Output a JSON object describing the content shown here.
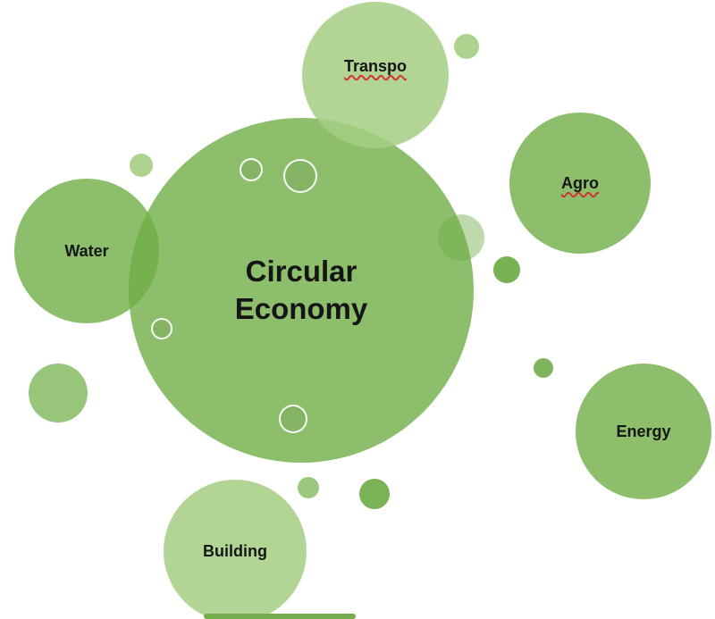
{
  "diagram": {
    "type": "bubble-map",
    "center": {
      "label": "Circular Economy",
      "lines": [
        "Circular",
        "Economy"
      ]
    },
    "satellites": [
      {
        "id": "transpo",
        "label": "Transpo",
        "spellcheck_underline": true
      },
      {
        "id": "agro",
        "label": "Agro",
        "spellcheck_underline": true
      },
      {
        "id": "water",
        "label": "Water",
        "spellcheck_underline": false
      },
      {
        "id": "energy",
        "label": "Energy",
        "spellcheck_underline": false
      },
      {
        "id": "building",
        "label": "Building",
        "spellcheck_underline": false
      }
    ],
    "decorations": {
      "small_filled_dots": 8,
      "white_outlined_circles": 4,
      "bottom_accent_line": true
    }
  },
  "colors": {
    "bubble_green": "#8CBE6B",
    "bubble_light_green": "#B7D89B",
    "dot_dark_green": "#77B254",
    "outline_white": "#FFFFFF",
    "label_text": "#151515",
    "spellcheck_red": "#D13438",
    "background": "#FFFFFF"
  }
}
